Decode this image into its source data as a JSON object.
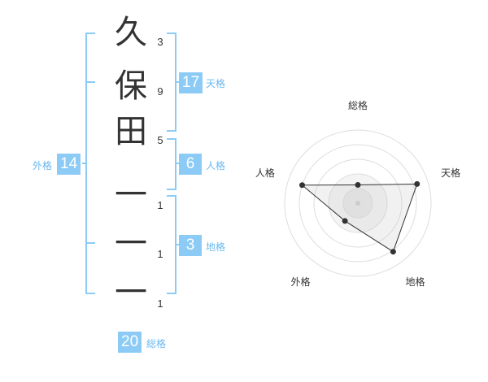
{
  "name_chars": [
    {
      "char": "久",
      "strokes": "3"
    },
    {
      "char": "保",
      "strokes": "9"
    },
    {
      "char": "田",
      "strokes": "5"
    },
    {
      "char": "一",
      "strokes": "1"
    },
    {
      "char": "一",
      "strokes": "1"
    },
    {
      "char": "一",
      "strokes": "1"
    }
  ],
  "kakusu": {
    "tenkaku": {
      "value": "17",
      "label": "天格"
    },
    "jinkaku": {
      "value": "6",
      "label": "人格"
    },
    "chikaku": {
      "value": "3",
      "label": "地格"
    },
    "gaikaku": {
      "value": "14",
      "label": "外格"
    },
    "soukaku": {
      "value": "20",
      "label": "総格"
    }
  },
  "colors": {
    "accent": "#8ccbf6",
    "accent_text": "#6ab8ef",
    "text": "#333333",
    "ring": "#dddddd"
  },
  "chart_data": {
    "type": "radar",
    "axes": [
      "総格",
      "天格",
      "地格",
      "外格",
      "人格"
    ],
    "values": [
      0.25,
      0.85,
      0.82,
      0.3,
      0.8
    ],
    "range": [
      0,
      1
    ]
  }
}
